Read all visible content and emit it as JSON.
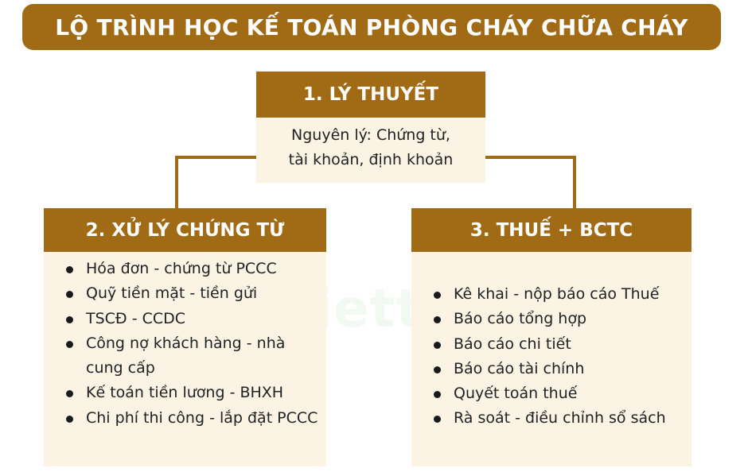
{
  "title": "LỘ TRÌNH HỌC KẾ TOÁN PHÒNG CHÁY CHỮA CHÁY",
  "theory": {
    "heading": "1. LÝ THUYẾT",
    "lines": [
      "Nguyên lý: Chứng từ,",
      "tài khoản, định khoản"
    ]
  },
  "documents": {
    "heading": "2. XỬ LÝ CHỨNG TỪ",
    "items": [
      "Hóa đơn - chứng từ PCCC",
      "Quỹ tiền mặt - tiền gửi",
      "TSCĐ - CCDC",
      "Công nợ khách hàng - nhà cung cấp",
      "Kế toán tiền lương - BHXH",
      "Chi phí thi công - lắp đặt PCCC"
    ]
  },
  "tax": {
    "heading": "3. THUẾ + BCTC",
    "items": [
      "Kê khai - nộp báo cáo Thuế",
      "Báo cáo tổng hợp",
      "Báo cáo chi tiết",
      "Báo cáo tài chính",
      "Quyết toán thuế",
      "Rà soát  - điều chỉnh sổ sách"
    ]
  },
  "watermark": "ketoanvietthang",
  "colors": {
    "brand_brown": "#a06b14",
    "box_background": "#fbf3e4",
    "text": "#222222"
  }
}
